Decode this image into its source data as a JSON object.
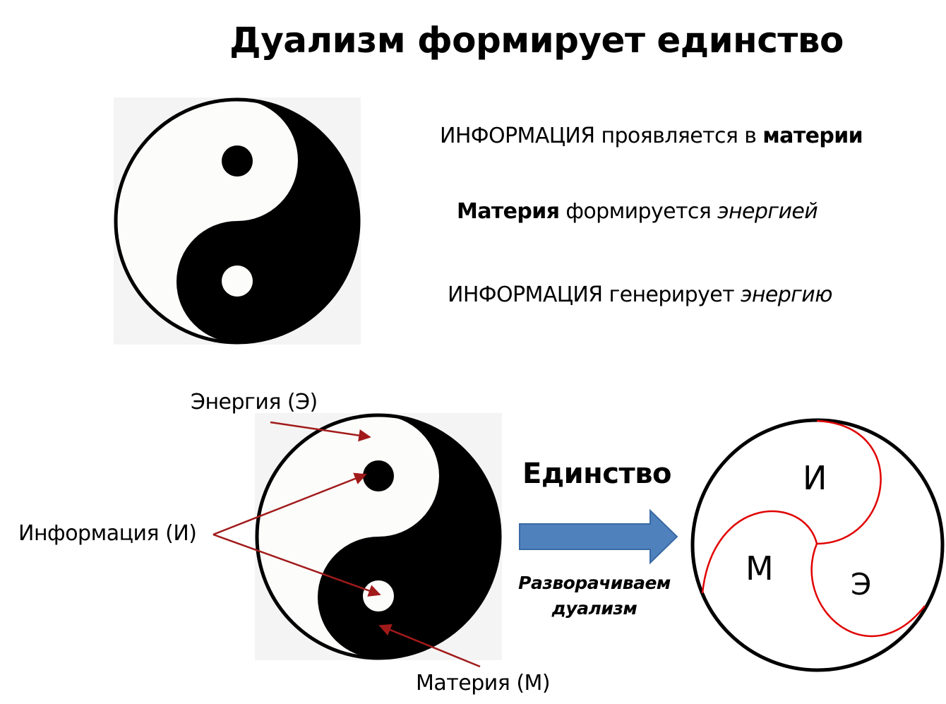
{
  "title": "Дуализм формирует единство",
  "statements": [
    {
      "parts": [
        {
          "text": "ИНФОРМАЦИЯ",
          "style": "normal"
        },
        {
          "text": " проявляется в ",
          "style": "normal"
        },
        {
          "text": "материи",
          "style": "bold"
        }
      ]
    },
    {
      "parts": [
        {
          "text": "Материя",
          "style": "bold"
        },
        {
          "text": " формируется ",
          "style": "normal"
        },
        {
          "text": "энергией",
          "style": "italic"
        }
      ]
    },
    {
      "parts": [
        {
          "text": "ИНФОРМАЦИЯ",
          "style": "normal"
        },
        {
          "text": " генерирует ",
          "style": "normal"
        },
        {
          "text": "энергию",
          "style": "italic"
        }
      ]
    }
  ],
  "labels": {
    "energy": "Энергия (Э)",
    "information": "Информация (И)",
    "matter": "Материя (М)"
  },
  "unity": "Единство",
  "unfold": {
    "line1": "Разворачиваем",
    "line2": "дуализм"
  },
  "circle_letters": {
    "info": "И",
    "matter": "М",
    "energy": "Э"
  },
  "colors": {
    "yin": "#000000",
    "yang": "#fcfcfa",
    "backdrop": "#f4f4f4",
    "arrow_red": "#a11a1a",
    "curve_red": "#e00000",
    "arrow_fill": "#4f81bd",
    "arrow_stroke": "#3a6aa5"
  },
  "icons": {
    "yin_yang": "yin-yang-icon",
    "unity_arrow": "right-arrow-icon"
  }
}
